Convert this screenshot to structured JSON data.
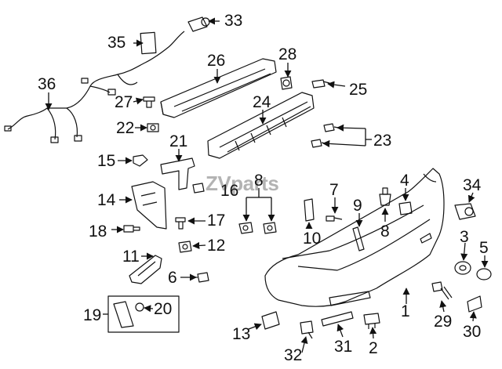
{
  "watermark": "ZVparts",
  "callouts": {
    "c1": "1",
    "c2": "2",
    "c3": "3",
    "c4": "4",
    "c5": "5",
    "c6": "6",
    "c7": "7",
    "c8a": "8",
    "c8b": "8",
    "c9": "9",
    "c10": "10",
    "c11": "11",
    "c12": "12",
    "c13": "13",
    "c14": "14",
    "c15": "15",
    "c16": "16",
    "c17": "17",
    "c18": "18",
    "c19": "19",
    "c20": "20",
    "c21": "21",
    "c22": "22",
    "c23": "23",
    "c24": "24",
    "c25": "25",
    "c26": "26",
    "c27": "27",
    "c28": "28",
    "c29": "29",
    "c30": "30",
    "c31": "31",
    "c32": "32",
    "c33": "33",
    "c34": "34",
    "c35": "35",
    "c36": "36"
  }
}
